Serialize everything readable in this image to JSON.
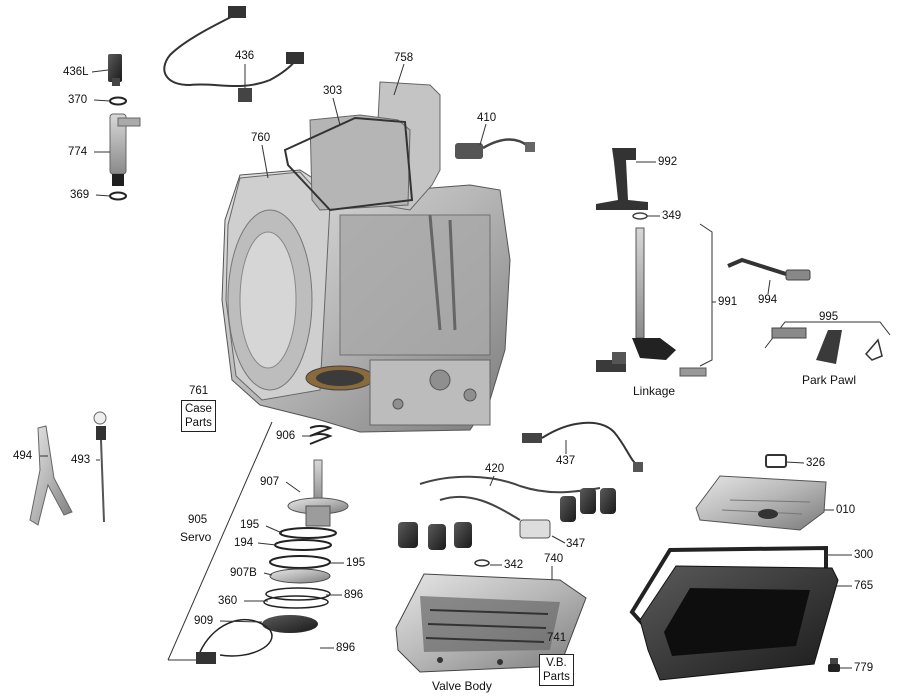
{
  "callouts": {
    "p436L": "436L",
    "p370": "370",
    "p774": "774",
    "p369": "369",
    "p436": "436",
    "p303": "303",
    "p758": "758",
    "p410": "410",
    "p760": "760",
    "p992": "992",
    "p349": "349",
    "p994": "994",
    "p991": "991",
    "p995": "995",
    "p494": "494",
    "p493": "493",
    "p906": "906",
    "p907": "907",
    "p905": "905",
    "p195a": "195",
    "p194": "194",
    "p195b": "195",
    "p907B": "907B",
    "p360": "360",
    "p896a": "896",
    "p909": "909",
    "p896b": "896",
    "p437": "437",
    "p420": "420",
    "p342": "342",
    "p740": "740",
    "p347": "347",
    "p326": "326",
    "p010": "010",
    "p300": "300",
    "p765": "765",
    "p779": "779",
    "p761": "761"
  },
  "captions": {
    "linkage": "Linkage",
    "park_pawl": "Park Pawl",
    "servo": "Servo",
    "valve_body": "Valve Body"
  },
  "boxed": {
    "case_parts": [
      "Case",
      "Parts"
    ],
    "vb_parts": [
      "V.B.",
      "Parts"
    ],
    "vb_code": "741"
  },
  "colors": {
    "ink": "#111111",
    "metal": "#b9b9b9",
    "metal_dark": "#6f6f6f",
    "rubber": "#2a2a2a"
  }
}
